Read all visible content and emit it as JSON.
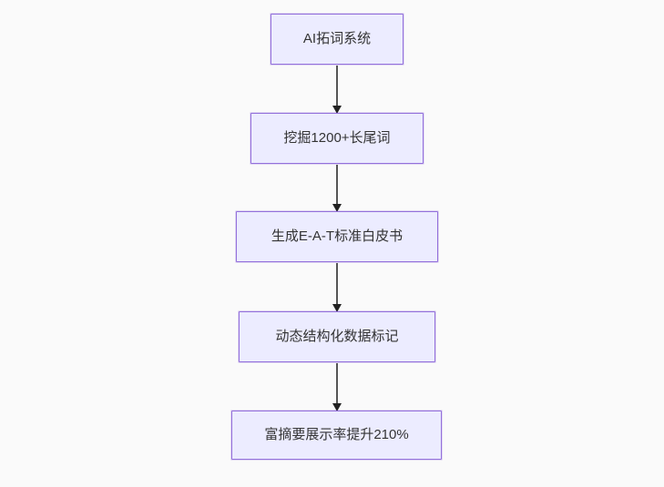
{
  "diagram": {
    "type": "flowchart",
    "direction": "top-down",
    "colors": {
      "background": "#fafafa",
      "node_fill": "#ECECFF",
      "node_border": "#9370DB",
      "node_text": "#333333",
      "edge_line": "#555555",
      "edge_arrowhead": "#222222"
    },
    "nodes": [
      {
        "id": "node-1",
        "label": "AI拓词系统"
      },
      {
        "id": "node-2",
        "label": "挖掘1200+长尾词"
      },
      {
        "id": "node-3",
        "label": "生成E-A-T标准白皮书"
      },
      {
        "id": "node-4",
        "label": "动态结构化数据标记"
      },
      {
        "id": "node-5",
        "label": "富摘要展示率提升210%"
      }
    ],
    "edges": [
      {
        "from": "node-1",
        "to": "node-2"
      },
      {
        "from": "node-2",
        "to": "node-3"
      },
      {
        "from": "node-3",
        "to": "node-4"
      },
      {
        "from": "node-4",
        "to": "node-5"
      }
    ]
  }
}
